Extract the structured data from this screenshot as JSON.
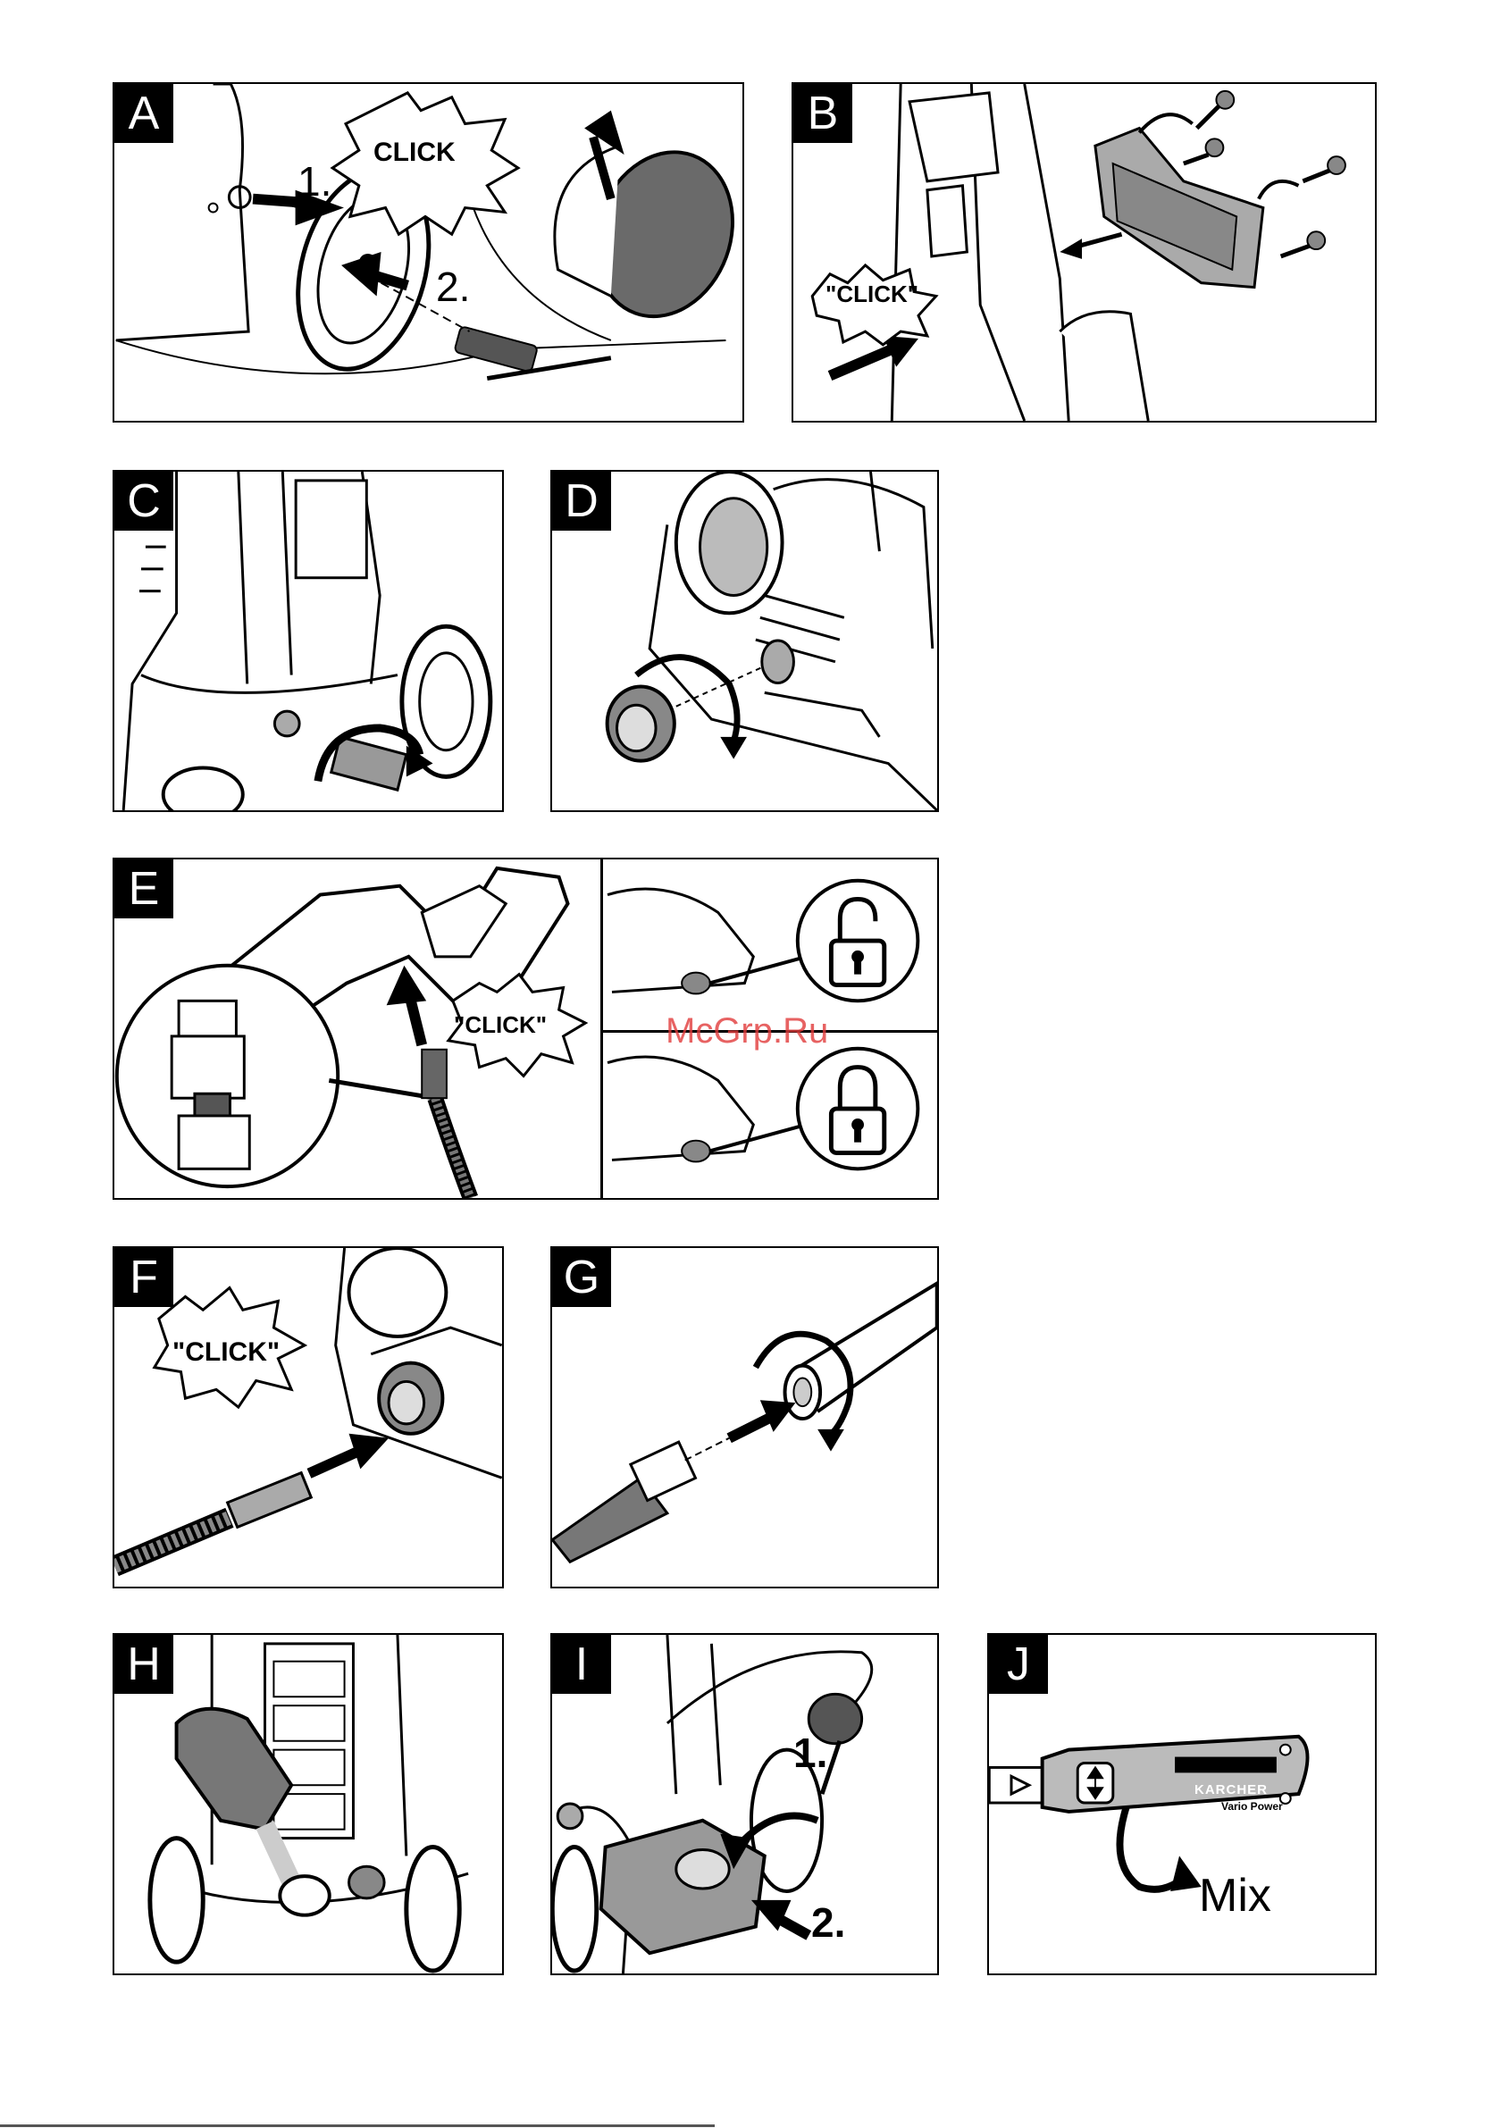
{
  "watermark": "McGrp.Ru",
  "panels": {
    "A": {
      "tag": "A",
      "click": "CLICK",
      "step1": "1.",
      "step2": "2."
    },
    "B": {
      "tag": "B",
      "click": "\"CLICK\""
    },
    "C": {
      "tag": "C"
    },
    "D": {
      "tag": "D"
    },
    "E": {
      "tag": "E",
      "click": "\"CLICK\""
    },
    "F": {
      "tag": "F",
      "click": "\"CLICK\""
    },
    "G": {
      "tag": "G"
    },
    "H": {
      "tag": "H"
    },
    "I": {
      "tag": "I",
      "step1": "1.",
      "step2": "2."
    },
    "J": {
      "tag": "J",
      "brand": "KARCHER",
      "model": "Vario Power",
      "mix": "Mix"
    }
  },
  "icons": [
    "arrow-icon",
    "rotate-arrow-icon",
    "lock-open-icon",
    "lock-closed-icon",
    "click-burst-icon"
  ]
}
